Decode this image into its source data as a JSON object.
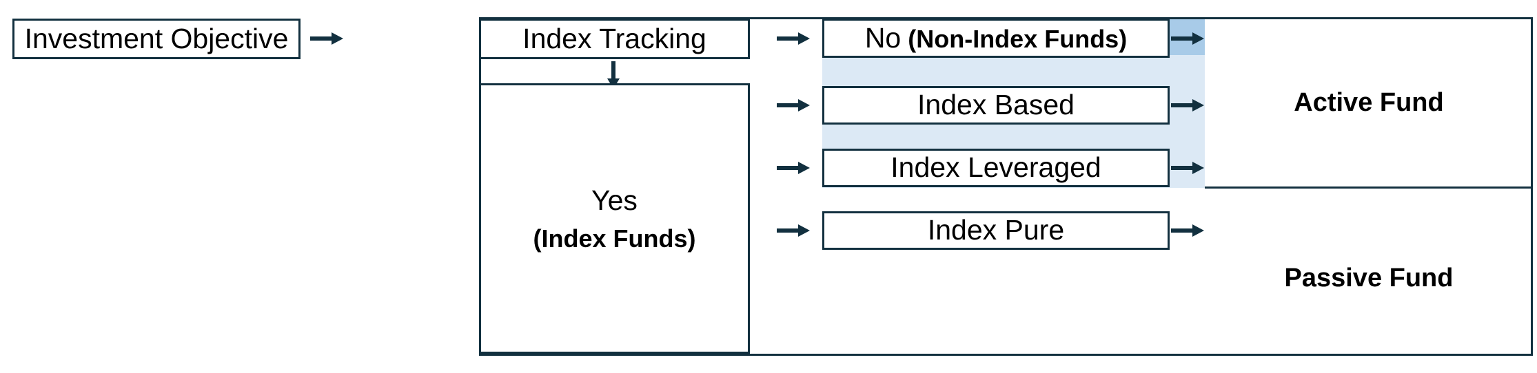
{
  "diagram": {
    "title": "Fund classification decision flow",
    "colors": {
      "stroke": "#12303F",
      "text": "#000000",
      "wash_light": "#DCE9F5",
      "wash_dark": "#A8CBE8",
      "background": "#FFFFFF"
    },
    "nodes": {
      "investment_objective": "Investment Objective",
      "index_tracking": "Index Tracking",
      "yes_line1": "Yes",
      "yes_line2": "(Index Funds)",
      "no_line_regular": "No",
      "no_line_bold": "(Non-Index Funds)",
      "index_based": "Index Based",
      "index_leveraged": "Index Leveraged",
      "index_pure": "Index Pure",
      "active_fund": "Active Fund",
      "passive_fund": "Passive Fund"
    },
    "connectors": {
      "objective_to_tracking": "right-arrow",
      "tracking_to_yes": "down-arrow",
      "tracking_to_no": "right-arrow",
      "yes_to_index_based": "right-arrow",
      "yes_to_index_leveraged": "right-arrow",
      "yes_to_index_pure": "right-arrow",
      "no_to_active": "right-arrow",
      "based_to_active": "right-arrow",
      "leveraged_to_active": "right-arrow",
      "pure_to_passive": "right-arrow"
    }
  }
}
